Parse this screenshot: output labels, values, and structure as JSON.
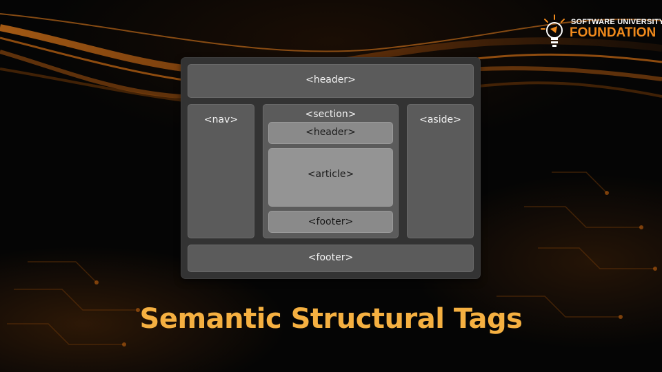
{
  "logo": {
    "line1": "SOFTWARE UNIVERSITY",
    "line2": "FOUNDATION",
    "icon": "lightbulb-icon",
    "accent": "#f08a1c"
  },
  "diagram": {
    "header": "<header>",
    "nav": "<nav>",
    "section": {
      "label": "<section>",
      "header": "<header>",
      "article": "<article>",
      "footer": "<footer>"
    },
    "aside": "<aside>",
    "footer": "<footer>"
  },
  "title": "Semantic Structural Tags",
  "colors": {
    "title": "#f5b041",
    "background": "#050505",
    "box": "#5b5b5b",
    "inner_box": "#8a8a8a"
  }
}
